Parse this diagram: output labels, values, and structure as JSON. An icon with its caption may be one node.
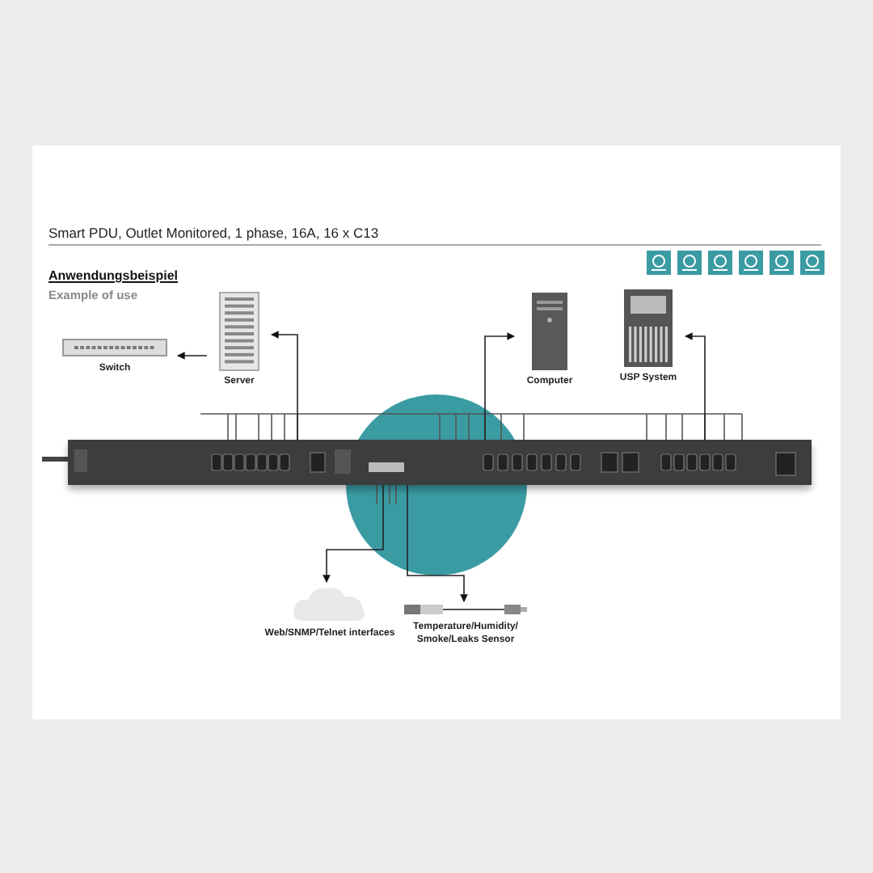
{
  "diagram": {
    "title": "Smart PDU, Outlet Monitored, 1 phase, 16A, 16 x C13",
    "nodes": [
      {
        "text": [
          "Switch"
        ]
      },
      {
        "text": [
          "Server"
        ]
      },
      {
        "text": [
          "Computer"
        ]
      },
      {
        "text": [
          "USP System"
        ]
      },
      {
        "text": [],
        "shape": "picture"
      },
      {
        "text": [
          "Web/SNMP/Telnet interfaces"
        ]
      },
      {
        "text": [
          "Temperature/Humidity/ Smoke/Leaks Sensor"
        ]
      }
    ],
    "edges": [
      {
        "from": 1,
        "to": 0,
        "arrow": "to"
      },
      {
        "from": 4,
        "to": 1,
        "arrow": "to"
      },
      {
        "from": 4,
        "to": 2,
        "arrow": "to"
      },
      {
        "from": 4,
        "to": 3,
        "arrow": "to"
      },
      {
        "from": 4,
        "to": 5,
        "arrow": "to"
      },
      {
        "from": 4,
        "to": 6,
        "arrow": "to"
      }
    ],
    "labels": [
      "Anwendungsbeispiel",
      "Example of use"
    ]
  }
}
